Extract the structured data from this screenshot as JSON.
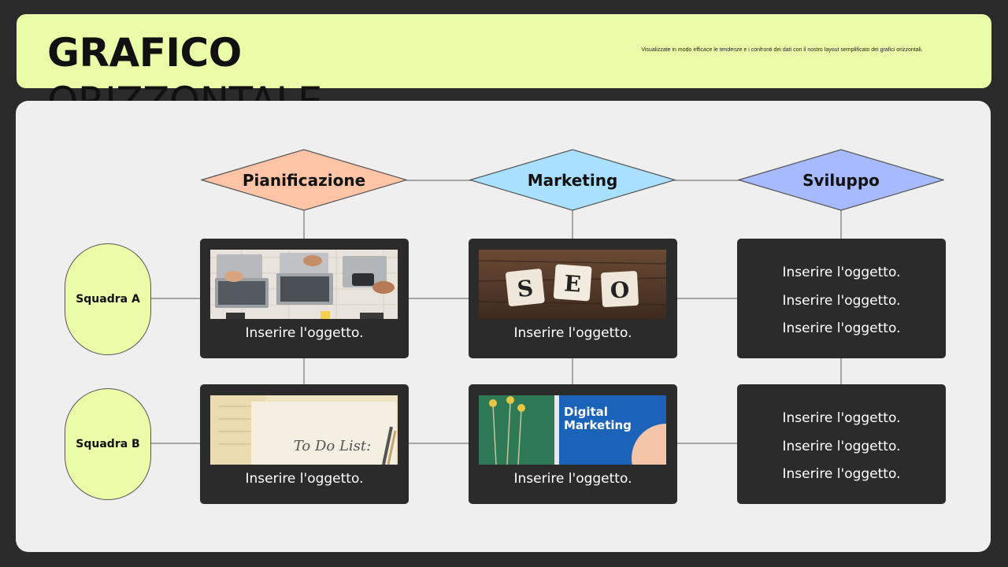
{
  "header": {
    "title_bold": "GRAFICO",
    "title_rest": "ORIZZONTALE",
    "subtitle": "Visualizzate in modo efficace le tendenze e i confronti dei dati con il nostro layout semplificato dei grafici orizzontali."
  },
  "columns": [
    {
      "label": "Pianificazione",
      "color": "#ffc4a6"
    },
    {
      "label": "Marketing",
      "color": "#a9e0ff"
    },
    {
      "label": "Sviluppo",
      "color": "#a7b9ff"
    }
  ],
  "teams": [
    {
      "label": "Squadra A"
    },
    {
      "label": "Squadra B"
    }
  ],
  "cards": {
    "a_plan": {
      "caption": "Inserire l'oggetto.",
      "image": "laptops-on-desk-photo"
    },
    "a_mkt": {
      "caption": "Inserire l'oggetto.",
      "image": "seo-tiles-photo"
    },
    "a_dev": {
      "items": [
        "Inserire l'oggetto.",
        "Inserire l'oggetto.",
        "Inserire l'oggetto."
      ]
    },
    "b_plan": {
      "caption": "Inserire l'oggetto.",
      "image": "to-do-list-photo",
      "image_text": "To Do List:"
    },
    "b_mkt": {
      "caption": "Inserire l'oggetto.",
      "image": "digital-marketing-photo",
      "image_text": "Digital Marketing"
    },
    "b_dev": {
      "items": [
        "Inserire l'oggetto.",
        "Inserire l'oggetto.",
        "Inserire l'oggetto."
      ]
    }
  },
  "colors": {
    "background": "#2b2b2b",
    "header": "#eafca8",
    "panel": "#efefef",
    "card": "#2b2b2b"
  }
}
